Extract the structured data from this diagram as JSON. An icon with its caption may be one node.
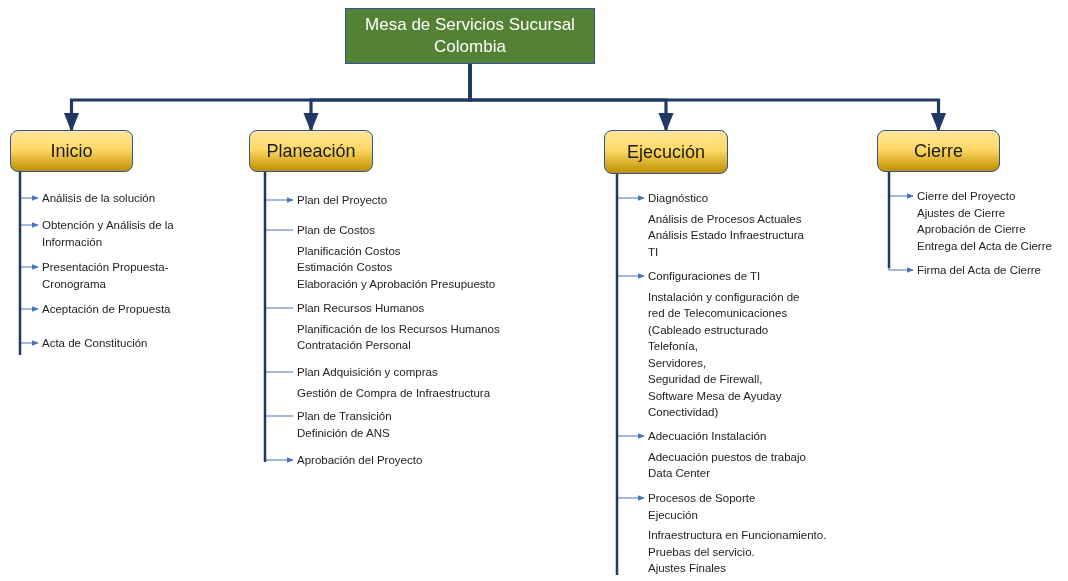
{
  "diagram": {
    "nodes": [
      {
        "text": [
          "Mesa de Servicios Sucursal Colombia"
        ]
      },
      {
        "text": [
          "Inicio"
        ]
      },
      {
        "text": [
          "Planeación"
        ]
      },
      {
        "text": [
          "Ejecución"
        ]
      },
      {
        "text": [
          "Cierre"
        ]
      },
      {
        "text": [
          "Análisis de la solución"
        ]
      },
      {
        "text": [
          "Obtención y Análisis de la Información"
        ]
      },
      {
        "text": [
          "Presentación Propuesta-Cronograma"
        ]
      },
      {
        "text": [
          "Aceptación de Propuesta"
        ]
      },
      {
        "text": [
          "Acta de Constitución"
        ]
      },
      {
        "text": [
          "Plan del Proyecto"
        ]
      },
      {
        "text": [
          "Plan de Costos",
          "Planificación Costos",
          "Estimación Costos",
          "Elaboración y Aprobación Presupuesto"
        ]
      },
      {
        "text": [
          "Plan Recursos Humanos",
          "Planificación de los Recursos Humanos",
          "Contratación Personal"
        ]
      },
      {
        "text": [
          "Plan Adquisición y compras",
          "Gestión de Compra de Infraestructura"
        ]
      },
      {
        "text": [
          "Plan de Transición",
          "Definición de ANS"
        ]
      },
      {
        "text": [
          "Aprobación del Proyecto"
        ]
      },
      {
        "text": [
          "Diagnóstico",
          "Análisis de Procesos Actuales",
          "Análisis Estado Infraestructura TI"
        ]
      },
      {
        "text": [
          "Configuraciones de TI",
          "Instalación y configuración de red de Telecomunicaciones (Cableado estructurado",
          "Telefonía,",
          "Servidores,",
          "Seguridad de Firewall,",
          "Software Mesa de Ayuday Conectividad)"
        ]
      },
      {
        "text": [
          "Adecuación Instalación",
          "Adecuación puestos de trabajo",
          "Data Center"
        ]
      },
      {
        "text": [
          "Procesos de Soporte",
          "Ejecución",
          "Infraestructura en Funcionamiento.",
          "Pruebas del servicio.",
          "Ajustes Finales"
        ]
      },
      {
        "text": [
          "Cierre del Proyecto",
          "Ajustes de Cierre",
          "Aprobación de Cierre",
          "Entrega del Acta de Cierre"
        ]
      },
      {
        "text": [
          "Firma del Acta de Cierre"
        ]
      }
    ],
    "edges": [
      {
        "from": 0,
        "to": 1,
        "arrow": "to",
        "style": "thick",
        "color": "#1f3864"
      },
      {
        "from": 0,
        "to": 2,
        "arrow": "to",
        "style": "thick",
        "color": "#1f3864"
      },
      {
        "from": 0,
        "to": 3,
        "arrow": "to",
        "style": "thick",
        "color": "#1f3864"
      },
      {
        "from": 0,
        "to": 4,
        "arrow": "to",
        "style": "thick",
        "color": "#1f3864"
      },
      {
        "from": 1,
        "to": 5,
        "arrow": "to"
      },
      {
        "from": 1,
        "to": 6,
        "arrow": "to"
      },
      {
        "from": 1,
        "to": 7,
        "arrow": "to"
      },
      {
        "from": 1,
        "to": 8,
        "arrow": "to"
      },
      {
        "from": 1,
        "to": 9,
        "arrow": "to"
      },
      {
        "from": 2,
        "to": 10,
        "arrow": "to"
      },
      {
        "from": 2,
        "to": 11,
        "arrow": "none"
      },
      {
        "from": 2,
        "to": 12,
        "arrow": "none"
      },
      {
        "from": 2,
        "to": 13,
        "arrow": "none"
      },
      {
        "from": 2,
        "to": 14,
        "arrow": "none"
      },
      {
        "from": 2,
        "to": 15,
        "arrow": "to"
      },
      {
        "from": 3,
        "to": 16,
        "arrow": "to"
      },
      {
        "from": 3,
        "to": 17,
        "arrow": "to"
      },
      {
        "from": 3,
        "to": 18,
        "arrow": "to"
      },
      {
        "from": 3,
        "to": 19,
        "arrow": "to"
      },
      {
        "from": 4,
        "to": 20,
        "arrow": "to"
      },
      {
        "from": 4,
        "to": 21,
        "arrow": "to"
      }
    ]
  }
}
